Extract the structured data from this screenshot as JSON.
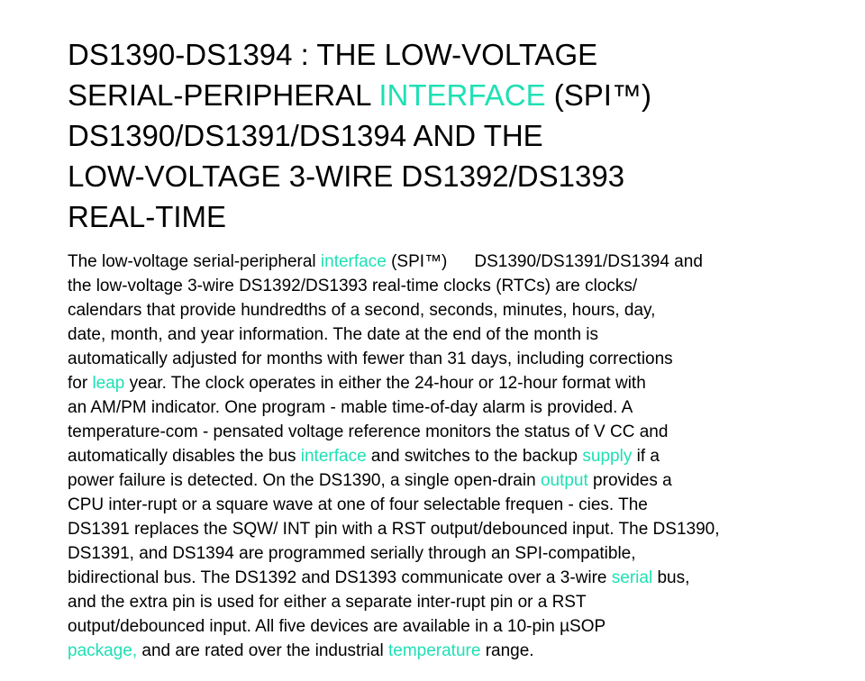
{
  "accent_color": "#1fe0b4",
  "title": {
    "l1": "DS1390-DS1394 : THE LOW-VOLTAGE",
    "l2a": "SERIAL-PERIPHERAL ",
    "l2b": "INTERFACE",
    "l2c": " (SPI™)",
    "l3": "DS1390/DS1391/DS1394 AND THE",
    "l4": "LOW-VOLTAGE 3-WIRE DS1392/DS1393",
    "l5": "REAL-TIME"
  },
  "body": {
    "l1a": "The low-voltage serial-peripheral ",
    "l1b": "interface",
    "l1c": " (SPI™)",
    "l1d": "DS1390/DS1391/DS1394 and",
    "l2": "the low-voltage 3-wire DS1392/DS1393 real-time clocks (RTCs) are clocks/",
    "l3": "calendars that provide hundredths of a second, seconds, minutes, hours, day,",
    "l4": "date, month, and year information. The date at the end of the month is",
    "l5": "automatically adjusted for months with fewer than 31 days, including corrections",
    "l6a": "for ",
    "l6b": "leap",
    "l6c": " year. The clock operates in either the 24-hour or 12-hour format with",
    "l7": "an AM/PM indicator. One program - mable time-of-day alarm is provided. A",
    "l8": "temperature-com - pensated voltage reference monitors the status of V CC and",
    "l9a": "automatically disables the bus ",
    "l9b": "interface",
    "l9c": " and switches to the backup ",
    "l9d": "supply",
    "l9e": " if a",
    "l10a": "power failure is detected. On the DS1390, a single open-drain ",
    "l10b": "output",
    "l10c": " provides a",
    "l11": "CPU inter-rupt or a square wave at one of four selectable frequen - cies. The",
    "l12": "DS1391 replaces the SQW/ INT pin with a RST output/debounced input. The DS1390,",
    "l13": "DS1391, and DS1394 are programmed serially through an SPI-compatible,",
    "l14a": "bidirectional bus. The DS1392 and DS1393 communicate over a 3-wire ",
    "l14b": "serial",
    "l14c": " bus,",
    "l15": "and the extra pin is used for either a separate inter-rupt pin or a RST",
    "l16": "output/debounced input. All five devices are available in a 10-pin µSOP",
    "l17a": "package,",
    "l17b": " and are rated over the industrial ",
    "l17c": "temperature",
    "l17d": " range."
  }
}
